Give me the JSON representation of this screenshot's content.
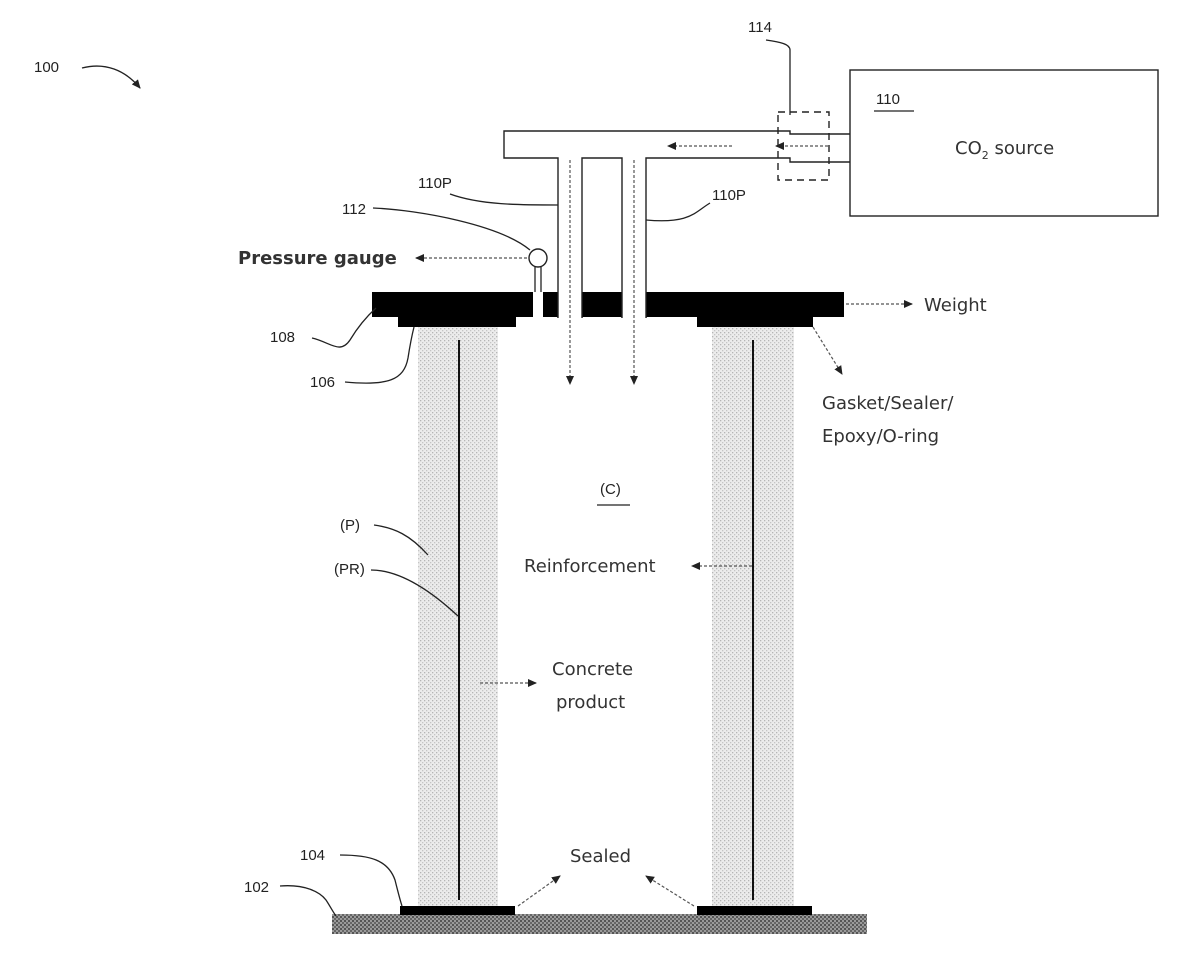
{
  "figure_number": "100",
  "refs": {
    "co2_source": "110",
    "valve": "114",
    "pipe_a": "110P",
    "pipe_b": "110P",
    "pressure_gauge": "112",
    "weight_plate": "108",
    "gasket": "106",
    "base_seal": "104",
    "base": "102",
    "chamber": "(C)",
    "product": "(P)",
    "reinforcement": "(PR)"
  },
  "labels": {
    "co2_main": "CO",
    "co2_sub": "2",
    "co2_rest": " source",
    "pressure_gauge": "Pressure gauge",
    "weight": "Weight",
    "gasket_line1": "Gasket/Sealer/",
    "gasket_line2": "Epoxy/O-ring",
    "reinforcement": "Reinforcement",
    "concrete_line1": "Concrete",
    "concrete_line2": "product",
    "sealed": "Sealed"
  },
  "colors": {
    "line": "#222222",
    "solid": "#000000",
    "concrete_fill": "#e3e3e3",
    "base_fill": "#8a8a8a"
  }
}
